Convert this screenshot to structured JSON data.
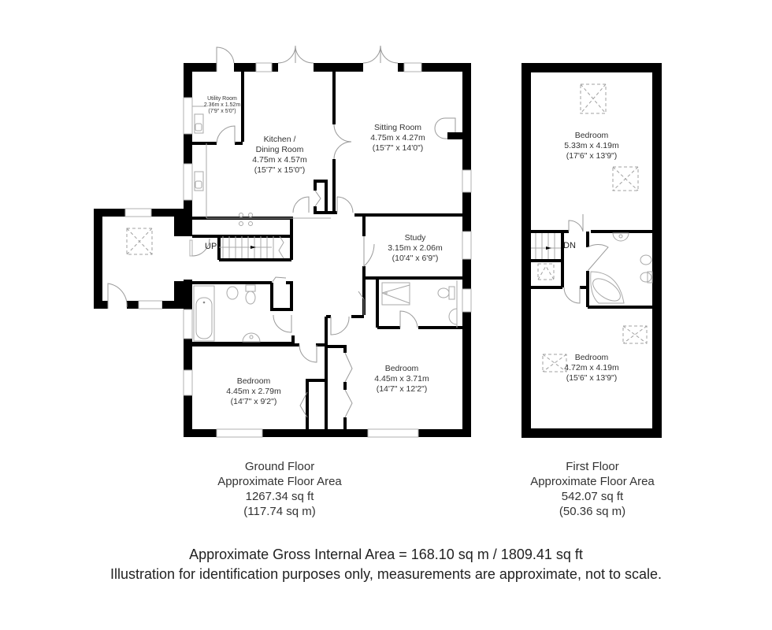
{
  "ground_floor": {
    "rooms": {
      "utility": {
        "name": "Utility Room",
        "metric": "2.36m x 1.52m",
        "imperial": "(7'9\" x 5'0\")"
      },
      "kitchen": {
        "name_line1": "Kitchen /",
        "name_line2": "Dining Room",
        "metric": "4.75m x 4.57m",
        "imperial": "(15'7\" x 15'0\")"
      },
      "sitting": {
        "name": "Sitting Room",
        "metric": "4.75m x 4.27m",
        "imperial": "(15'7\" x 14'0\")"
      },
      "study": {
        "name": "Study",
        "metric": "3.15m x 2.06m",
        "imperial": "(10'4\" x 6'9\")"
      },
      "bedroom_left": {
        "name": "Bedroom",
        "metric": "4.45m x 2.79m",
        "imperial": "(14'7\" x 9'2\")"
      },
      "bedroom_right": {
        "name": "Bedroom",
        "metric": "4.45m x 3.71m",
        "imperial": "(14'7\" x 12'2\")"
      }
    },
    "stair_label": "UP",
    "caption": {
      "title": "Ground Floor",
      "subtitle": "Approximate Floor Area",
      "sqft": "1267.34 sq ft",
      "sqm": "(117.74 sq m)"
    }
  },
  "first_floor": {
    "rooms": {
      "bedroom_top": {
        "name": "Bedroom",
        "metric": "5.33m x 4.19m",
        "imperial": "(17'6\" x 13'9\")"
      },
      "bedroom_bottom": {
        "name": "Bedroom",
        "metric": "4.72m x 4.19m",
        "imperial": "(15'6\" x 13'9\")"
      }
    },
    "stair_label": "DN",
    "caption": {
      "title": "First Floor",
      "subtitle": "Approximate Floor Area",
      "sqft": "542.07 sq ft",
      "sqm": "(50.36 sq m)"
    }
  },
  "footer": {
    "gross_area": "Approximate Gross Internal Area = 168.10 sq m / 1809.41 sq ft",
    "disclaimer": "Illustration for identification purposes only, measurements are approximate, not to scale."
  },
  "colors": {
    "wall": "#000000",
    "fixture": "#a8a8a8",
    "text": "#333333"
  }
}
